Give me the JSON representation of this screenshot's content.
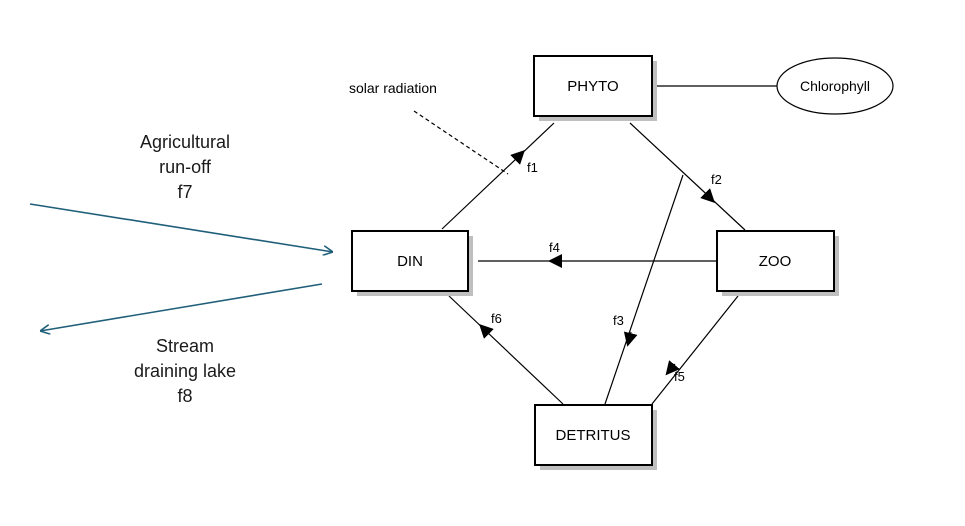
{
  "nodes": {
    "phyto": "PHYTO",
    "din": "DIN",
    "zoo": "ZOO",
    "detritus": "DETRITUS",
    "chlorophyll": "Chlorophyll"
  },
  "annotations": {
    "solar_radiation": "solar radiation"
  },
  "flows": {
    "f1": "f1",
    "f2": "f2",
    "f3": "f3",
    "f4": "f4",
    "f5": "f5",
    "f6": "f6"
  },
  "external": {
    "inflow": {
      "lines": [
        "Agricultural",
        "run-off",
        "f7"
      ]
    },
    "outflow": {
      "lines": [
        "Stream",
        "draining lake",
        "f8"
      ]
    }
  },
  "colors": {
    "external_arrow": "#1f5f7a",
    "box_shadow": "#bfbfbf"
  }
}
